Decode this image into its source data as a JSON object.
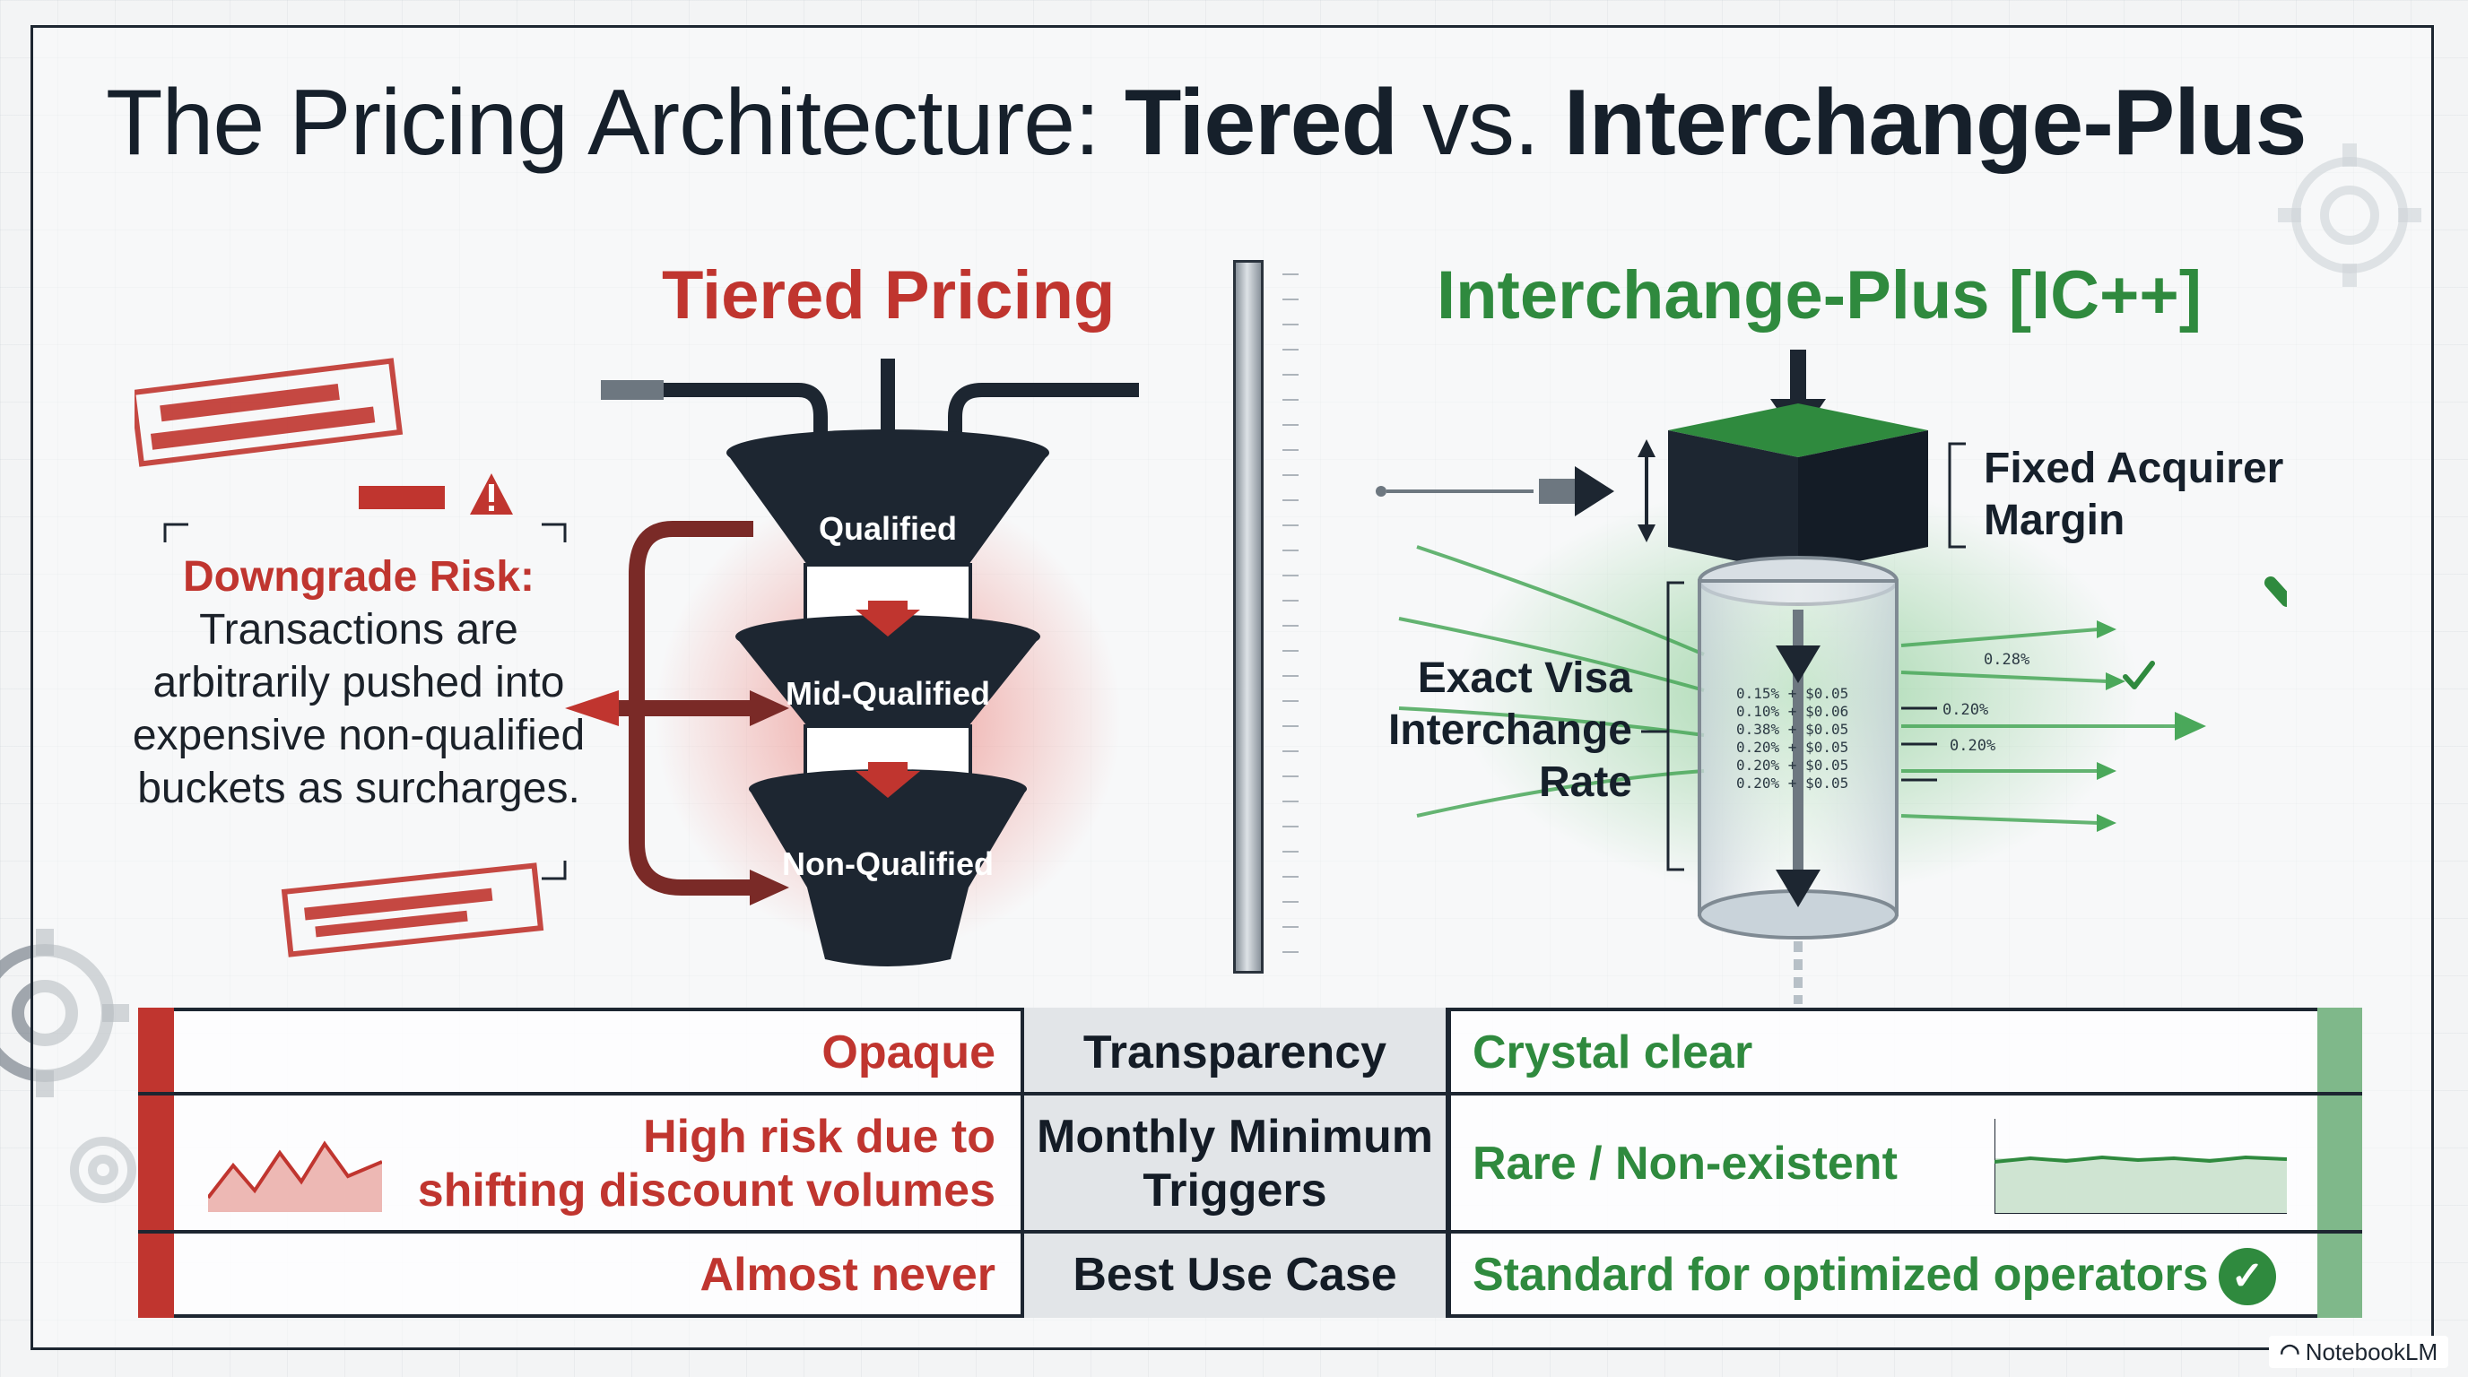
{
  "title": {
    "prefix": "The Pricing Architecture: ",
    "tiered": "Tiered",
    "vs": " vs. ",
    "ic": "Interchange-Plus"
  },
  "tiered": {
    "heading": "Tiered Pricing",
    "funnel": [
      "Qualified",
      "Mid-Qualified",
      "Non-Qualified"
    ],
    "downgrade_title": "Downgrade Risk:",
    "downgrade_body": "Transactions are arbitrarily pushed into expensive non-qualified buckets as surcharges."
  },
  "ic": {
    "heading": "Interchange-Plus [IC++]",
    "fixed_margin_line1": "Fixed Acquirer",
    "fixed_margin_line2": "Margin",
    "visa_line1": "Exact Visa",
    "visa_line2": "Interchange",
    "visa_line3": "Rate",
    "rates": [
      "0.15% + $0.05",
      "0.10% + $0.06",
      "0.38% + $0.05",
      "0.20% + $0.05",
      "0.20% + $0.05",
      "0.20% + $0.05"
    ],
    "outputs": [
      "0.28%",
      "0.20%",
      "0.20%"
    ]
  },
  "table": {
    "rows": [
      {
        "left": "Opaque",
        "mid": "Transparency",
        "right": "Crystal clear"
      },
      {
        "left_line1": "High risk due to",
        "left_line2": "shifting discount volumes",
        "mid_line1": "Monthly Minimum",
        "mid_line2": "Triggers",
        "right": "Rare / Non-existent"
      },
      {
        "left": "Almost never",
        "mid": "Best Use Case",
        "right": "Standard for optimized operators"
      }
    ]
  },
  "brand": "NotebookLM",
  "colors": {
    "red": "#c0352f",
    "green": "#2f8a3e",
    "navy": "#1d2631"
  },
  "icons": [
    "warning-icon",
    "check-icon",
    "gear-icon",
    "arrow-icon"
  ]
}
